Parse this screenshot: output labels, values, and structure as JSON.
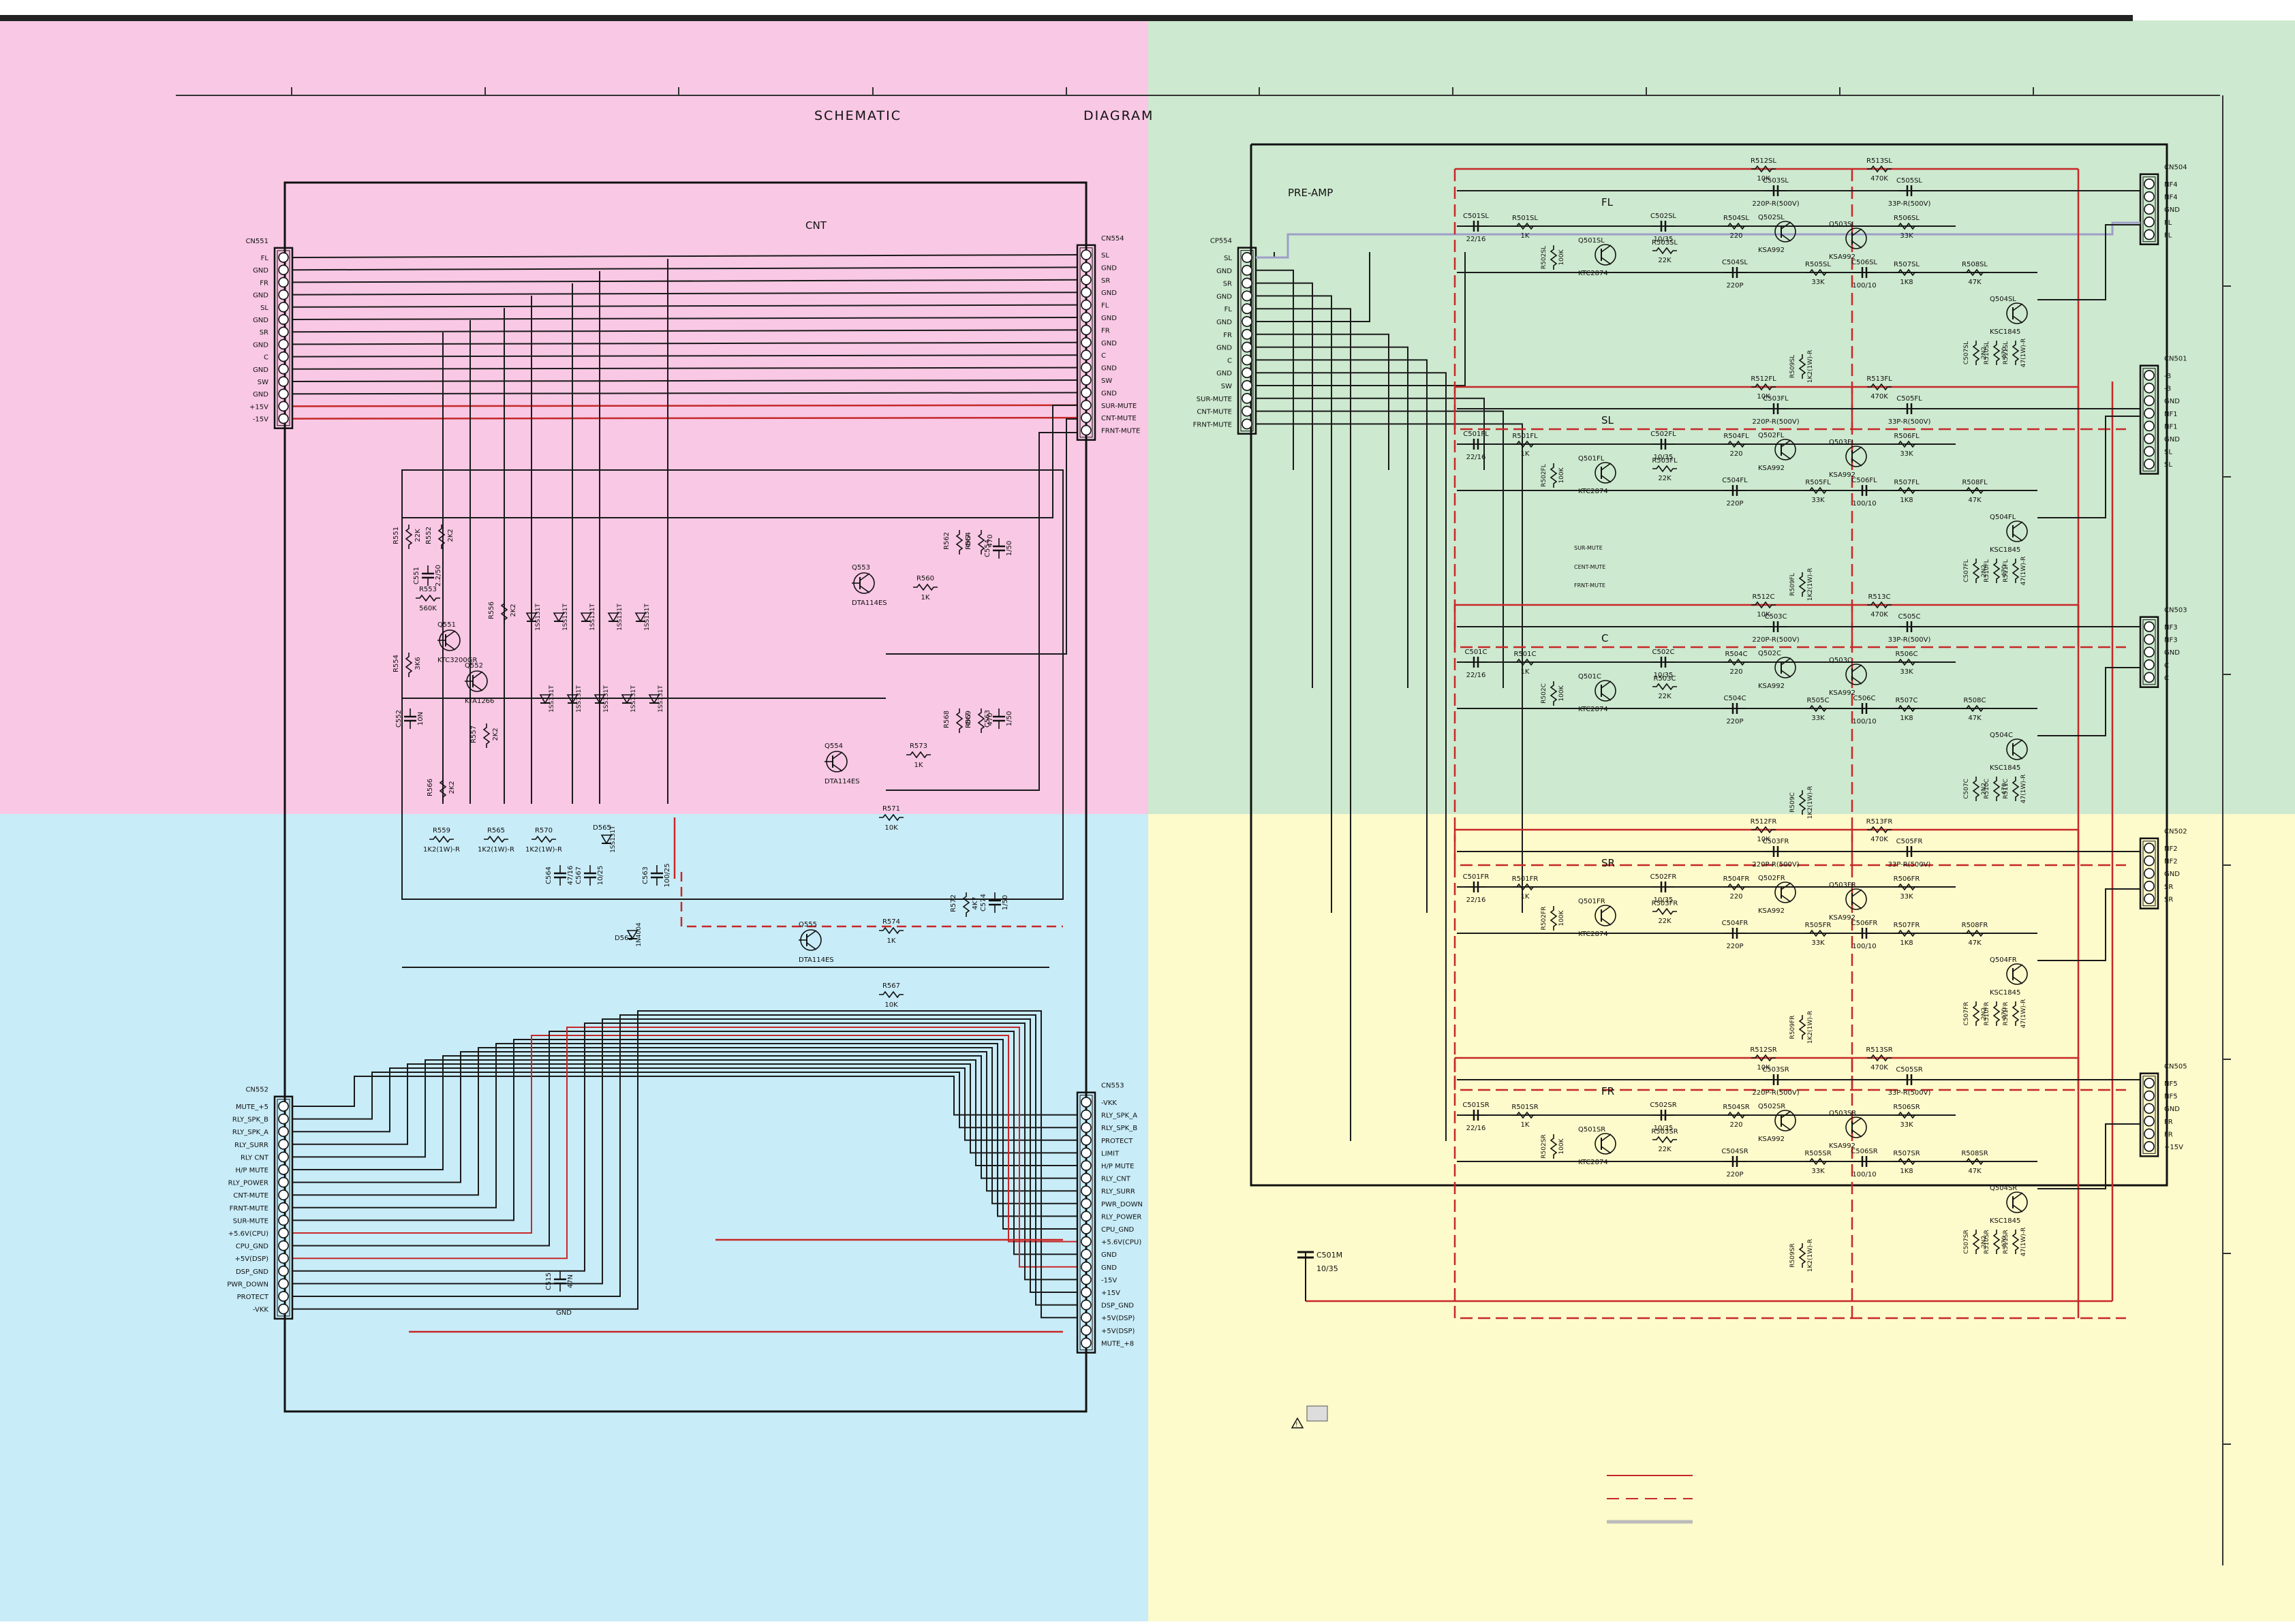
{
  "header": {
    "title_left": "SCHEMATIC",
    "title_right": "DIAGRAM"
  },
  "colors": {
    "zone_cnt": "#f8c8e4",
    "zone_preamp": "#cde9cf",
    "zone_lower_left": "#c8ecf8",
    "zone_lower_right": "#fdfacb",
    "wire": "#1a1a1a",
    "wire_power": "#c62828",
    "wire_signal": "#9e9ec8"
  },
  "cnt_board": {
    "label": "CNT",
    "cn551": {
      "name": "CN551",
      "pins": [
        "FL",
        "GND",
        "FR",
        "GND",
        "SL",
        "GND",
        "SR",
        "GND",
        "C",
        "GND",
        "SW",
        "GND",
        "+15V",
        "-15V"
      ]
    },
    "cn554": {
      "name": "CN554",
      "pins": [
        "SL",
        "GND",
        "SR",
        "GND",
        "FL",
        "GND",
        "FR",
        "GND",
        "C",
        "GND",
        "SW",
        "GND",
        "SUR-MUTE",
        "CNT-MUTE",
        "FRNT-MUTE"
      ]
    },
    "cn552": {
      "name": "CN552",
      "pins": [
        "MUTE_+5",
        "RLY_SPK_B",
        "RLY_SPK_A",
        "RLY_SURR",
        "RLY CNT",
        "H/P MUTE",
        "RLY_POWER",
        "CNT-MUTE",
        "FRNT-MUTE",
        "SUR-MUTE",
        "+5.6V(CPU)",
        "CPU_GND",
        "+5V(DSP)",
        "DSP_GND",
        "PWR_DOWN",
        "PROTECT",
        "-VKK"
      ]
    },
    "cn553": {
      "name": "CN553",
      "pins": [
        "-VKK",
        "RLY_SPK_A",
        "RLY_SPK_B",
        "PROTECT",
        "LIMIT",
        "H/P MUTE",
        "RLY_CNT",
        "RLY_SURR",
        "PWR_DOWN",
        "RLY_POWER",
        "CPU_GND",
        "+5.6V(CPU)",
        "GND",
        "GND",
        "-15V",
        "+15V",
        "DSP_GND",
        "+5V(DSP)",
        "+5V(DSP)",
        "MUTE_+8"
      ]
    },
    "parts": {
      "r551": "R551",
      "r551_val": "22K",
      "r552": "R552",
      "r552_val": "2K2",
      "c551": "C551",
      "c551_val": "2.2/50",
      "r553": "R553",
      "r553_val": "560K",
      "q551": "Q551",
      "q551_type": "KTC3200GR",
      "r554": "R554",
      "r554_val": "3K6",
      "c552": "C552",
      "c552_val": "10N",
      "q552": "Q552",
      "q552_type": "KTA1266",
      "r557": "R557",
      "r557_val": "2K2",
      "r566": "R566",
      "r566_val": "2K2",
      "r556": "R556",
      "r556_val": "2K2",
      "diode_type": "1SS131T",
      "q553": "Q553",
      "q553_type": "DTA114ES",
      "r560": "R560",
      "r560_val": "1K",
      "r562": "R562",
      "r562_val": "4K7",
      "r564": "R564",
      "r564_val": "470",
      "c554": "C554",
      "c554_val": "1/50",
      "q554": "Q554",
      "q554_type": "DTA114ES",
      "r573": "R573",
      "r573_val": "1K",
      "r568": "R568",
      "r568_val": "4K7",
      "r569": "R569",
      "r569_val": "470",
      "c563": "C563",
      "c563_val": "1/50",
      "r571": "R571",
      "r571_val": "10K",
      "r559": "R559",
      "r559_val": "1K2(1W)-R",
      "r565": "R565",
      "r565_val": "1K2(1W)-R",
      "r570": "R570",
      "r570_val": "1K2(1W)-R",
      "d565": "D565",
      "d565_type": "1SS131T",
      "c564": "C564",
      "c564_val": "47/16",
      "c567": "C567",
      "c567_val": "10/25",
      "c563b": "C563",
      "c563b_val": "100/25",
      "d562": "D562",
      "d562_type": "1N4004",
      "r572": "R572",
      "r572_val": "4K7",
      "c574": "C574",
      "c574_val": "1/50",
      "q555": "Q555",
      "q555_type": "DTA114ES",
      "r574": "R574",
      "r574_val": "1K",
      "r567": "R567",
      "r567_val": "10K",
      "c515": "C515",
      "c515_val": "47N",
      "gnd": "GND"
    }
  },
  "preamp_board": {
    "label": "PRE-AMP",
    "cp554": {
      "name": "CP554",
      "pins": [
        "SL",
        "GND",
        "SR",
        "GND",
        "FL",
        "GND",
        "FR",
        "GND",
        "C",
        "GND",
        "SW",
        "SUR-MUTE",
        "CNT-MUTE",
        "FRNT-MUTE"
      ]
    },
    "mute_labels": [
      "SUR-MUTE",
      "CENT-MUTE",
      "FRNT-MUTE"
    ],
    "outputs": [
      {
        "name": "CN504",
        "pins": [
          "NF4",
          "NF4",
          "GND",
          "FL",
          "FL"
        ]
      },
      {
        "name": "CN501",
        "pins": [
          "-B",
          "-B",
          "GND",
          "NF1",
          "NF1",
          "GND",
          "SL",
          "SL"
        ]
      },
      {
        "name": "CN503",
        "pins": [
          "NF3",
          "NF3",
          "GND",
          "C",
          "C"
        ]
      },
      {
        "name": "CN502",
        "pins": [
          "NF2",
          "NF2",
          "GND",
          "SR",
          "SR"
        ]
      },
      {
        "name": "CN505",
        "pins": [
          "NF5",
          "NF5",
          "GND",
          "FR",
          "FR",
          "+15V"
        ]
      }
    ],
    "channels": [
      {
        "ch": "FL",
        "suffix": "SL",
        "c501": "C501SL",
        "c501_val": "22/16",
        "r501": "R501SL",
        "r501_val": "1K",
        "r502": "R502SL",
        "r502_val": "100K",
        "q501": "Q501SL",
        "q501_type": "KTC2874",
        "c502": "C502SL",
        "c502_val": "10/35",
        "r503": "R503SL",
        "r503_val": "22K",
        "r504": "R504SL",
        "r504_val": "220",
        "c504": "C504SL",
        "c504_val": "220P",
        "r512": "R512SL",
        "r512_val": "10K",
        "c503": "C503SL",
        "c503_val": "220P-R(500V)",
        "q502": "Q502SL",
        "q502_type": "KSA992",
        "q503": "Q503SL",
        "q503_type": "KSA992",
        "r505": "R505SL",
        "r505_val": "33K",
        "r506": "R506SL",
        "r506_val": "33K",
        "c506": "C506SL",
        "c506_val": "100/10",
        "r513": "R513SL",
        "r513_val": "470K",
        "c505": "C505SL",
        "c505_val": "33P-R(500V)",
        "r507": "R507SL",
        "r507_val": "1K8",
        "r508": "R508SL",
        "r508_val": "47K",
        "q504": "Q504SL",
        "q504_type": "KSC1845",
        "r509": "R509SL",
        "r509_val": "1K2(1W)-R",
        "c507": "C507SL",
        "c507_val": "2N2",
        "r510": "R510SL",
        "r510_val": "470",
        "r511": "R511SL",
        "r511_val": "47(1W)-R"
      },
      {
        "ch": "SL",
        "suffix": "FL",
        "c501": "C501FL",
        "c501_val": "22/16",
        "r501": "R501FL",
        "r501_val": "1K",
        "r502": "R502FL",
        "r502_val": "100K",
        "q501": "Q501FL",
        "q501_type": "KTC2874",
        "c502": "C502FL",
        "c502_val": "10/35",
        "r503": "R503FL",
        "r503_val": "22K",
        "r504": "R504FL",
        "r504_val": "220",
        "c504": "C504FL",
        "c504_val": "220P",
        "r512": "R512FL",
        "r512_val": "10K",
        "c503": "C503FL",
        "c503_val": "220P-R(500V)",
        "q502": "Q502FL",
        "q502_type": "KSA992",
        "q503": "Q503FL",
        "q503_type": "KSA992",
        "r505": "R505FL",
        "r505_val": "33K",
        "r506": "R506FL",
        "r506_val": "33K",
        "c506": "C506FL",
        "c506_val": "100/10",
        "r513": "R513FL",
        "r513_val": "470K",
        "c505": "C505FL",
        "c505_val": "33P-R(500V)",
        "r507": "R507FL",
        "r507_val": "1K8",
        "r508": "R508FL",
        "r508_val": "47K",
        "q504": "Q504FL",
        "q504_type": "KSC1845",
        "r509": "R509FL",
        "r509_val": "1K2(1W)-R",
        "c507": "C507FL",
        "c507_val": "2N2",
        "r510": "R510FL",
        "r510_val": "470",
        "r511": "R511FL",
        "r511_val": "47(1W)-R"
      },
      {
        "ch": "C",
        "suffix": "C",
        "c501": "C501C",
        "c501_val": "22/16",
        "r501": "R501C",
        "r501_val": "1K",
        "r502": "R502C",
        "r502_val": "100K",
        "q501": "Q501C",
        "q501_type": "KTC2874",
        "c502": "C502C",
        "c502_val": "10/35",
        "r503": "R503C",
        "r503_val": "22K",
        "r504": "R504C",
        "r504_val": "220",
        "c504": "C504C",
        "c504_val": "220P",
        "r512": "R512C",
        "r512_val": "10K",
        "c503": "C503C",
        "c503_val": "220P-R(500V)",
        "q502": "Q502C",
        "q502_type": "KSA992",
        "q503": "Q503C",
        "q503_type": "KSA992",
        "r505": "R505C",
        "r505_val": "33K",
        "r506": "R506C",
        "r506_val": "33K",
        "c506": "C506C",
        "c506_val": "100/10",
        "r513": "R513C",
        "r513_val": "470K",
        "c505": "C505C",
        "c505_val": "33P-R(500V)",
        "r507": "R507C",
        "r507_val": "1K8",
        "r508": "R508C",
        "r508_val": "47K",
        "q504": "Q504C",
        "q504_type": "KSC1845",
        "r509": "R509C",
        "r509_val": "1K2(1W)-R",
        "c507": "C507C",
        "c507_val": "2N2",
        "r510": "R510C",
        "r510_val": "470",
        "r511": "R511C",
        "r511_val": "47(1W)-R"
      },
      {
        "ch": "SR",
        "suffix": "FR",
        "c501": "C501FR",
        "c501_val": "22/16",
        "r501": "R501FR",
        "r501_val": "1K",
        "r502": "R502FR",
        "r502_val": "100K",
        "q501": "Q501FR",
        "q501_type": "KTC2874",
        "c502": "C502FR",
        "c502_val": "10/35",
        "r503": "R503FR",
        "r503_val": "22K",
        "r504": "R504FR",
        "r504_val": "220",
        "c504": "C504FR",
        "c504_val": "220P",
        "r512": "R512FR",
        "r512_val": "10K",
        "c503": "C503FR",
        "c503_val": "220P-R(500V)",
        "q502": "Q502FR",
        "q502_type": "KSA992",
        "q503": "Q503FR",
        "q503_type": "KSA992",
        "r505": "R505FR",
        "r505_val": "33K",
        "r506": "R506FR",
        "r506_val": "33K",
        "c506": "C506FR",
        "c506_val": "100/10",
        "r513": "R513FR",
        "r513_val": "470K",
        "c505": "C505FR",
        "c505_val": "33P-R(500V)",
        "r507": "R507FR",
        "r507_val": "1K8",
        "r508": "R508FR",
        "r508_val": "47K",
        "q504": "Q504FR",
        "q504_type": "KSC1845",
        "r509": "R509FR",
        "r509_val": "1K2(1W)-R",
        "c507": "C507FR",
        "c507_val": "2N2",
        "r510": "R510FR",
        "r510_val": "470",
        "r511": "R511FR",
        "r511_val": "47(1W)-R"
      },
      {
        "ch": "FR",
        "suffix": "SR",
        "c501": "C501SR",
        "c501_val": "22/16",
        "r501": "R501SR",
        "r501_val": "1K",
        "r502": "R502SR",
        "r502_val": "100K",
        "q501": "Q501SR",
        "q501_type": "KTC2874",
        "c502": "C502SR",
        "c502_val": "10/35",
        "r503": "R503SR",
        "r503_val": "22K",
        "r504": "R504SR",
        "r504_val": "220",
        "c504": "C504SR",
        "c504_val": "220P",
        "r512": "R512SR",
        "r512_val": "10K",
        "c503": "C503SR",
        "c503_val": "220P-R(500V)",
        "q502": "Q502SR",
        "q502_type": "KSA992",
        "q503": "Q503SR",
        "q503_type": "KSA992",
        "r505": "R505SR",
        "r505_val": "33K",
        "r506": "R506SR",
        "r506_val": "33K",
        "c506": "C506SR",
        "c506_val": "100/10",
        "r513": "R513SR",
        "r513_val": "470K",
        "c505": "C505SR",
        "c505_val": "33P-R(500V)",
        "r507": "R507SR",
        "r507_val": "1K8",
        "r508": "R508SR",
        "r508_val": "47K",
        "q504": "Q504SR",
        "q504_type": "KSC1845",
        "r509": "R509SR",
        "r509_val": "1K2(1W)-R",
        "c507": "C507SR",
        "c507_val": "2N2",
        "r510": "R510SR",
        "r510_val": "470",
        "r511": "R511SR",
        "r511_val": "47(1W)-R"
      }
    ],
    "c501m": "C501M",
    "c501m_val": "10/35"
  },
  "icons": {
    "warning": "warning-triangle-icon"
  }
}
